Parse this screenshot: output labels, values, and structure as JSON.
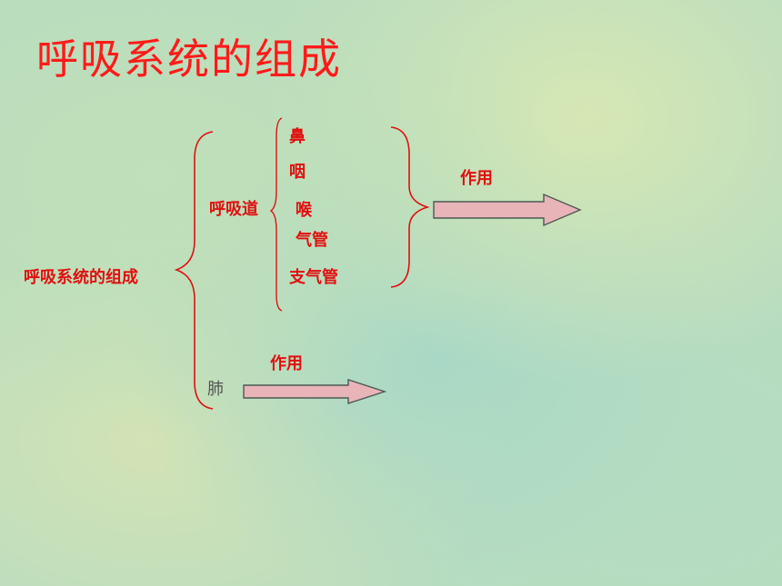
{
  "slide": {
    "title": "呼吸系统的组成",
    "root": "呼吸系统的组成",
    "respiratory_tract": {
      "label": "呼吸道",
      "parts": [
        "鼻",
        "咽",
        "喉",
        "气管",
        "支气管"
      ],
      "function_label": "作用"
    },
    "lung": {
      "label": "肺",
      "function_label": "作用"
    }
  },
  "colors": {
    "text_red": "#e01010",
    "title_red": "#ff1a1a",
    "arrow_fill": "#e8b4b8",
    "arrow_stroke": "#4b5a52"
  }
}
